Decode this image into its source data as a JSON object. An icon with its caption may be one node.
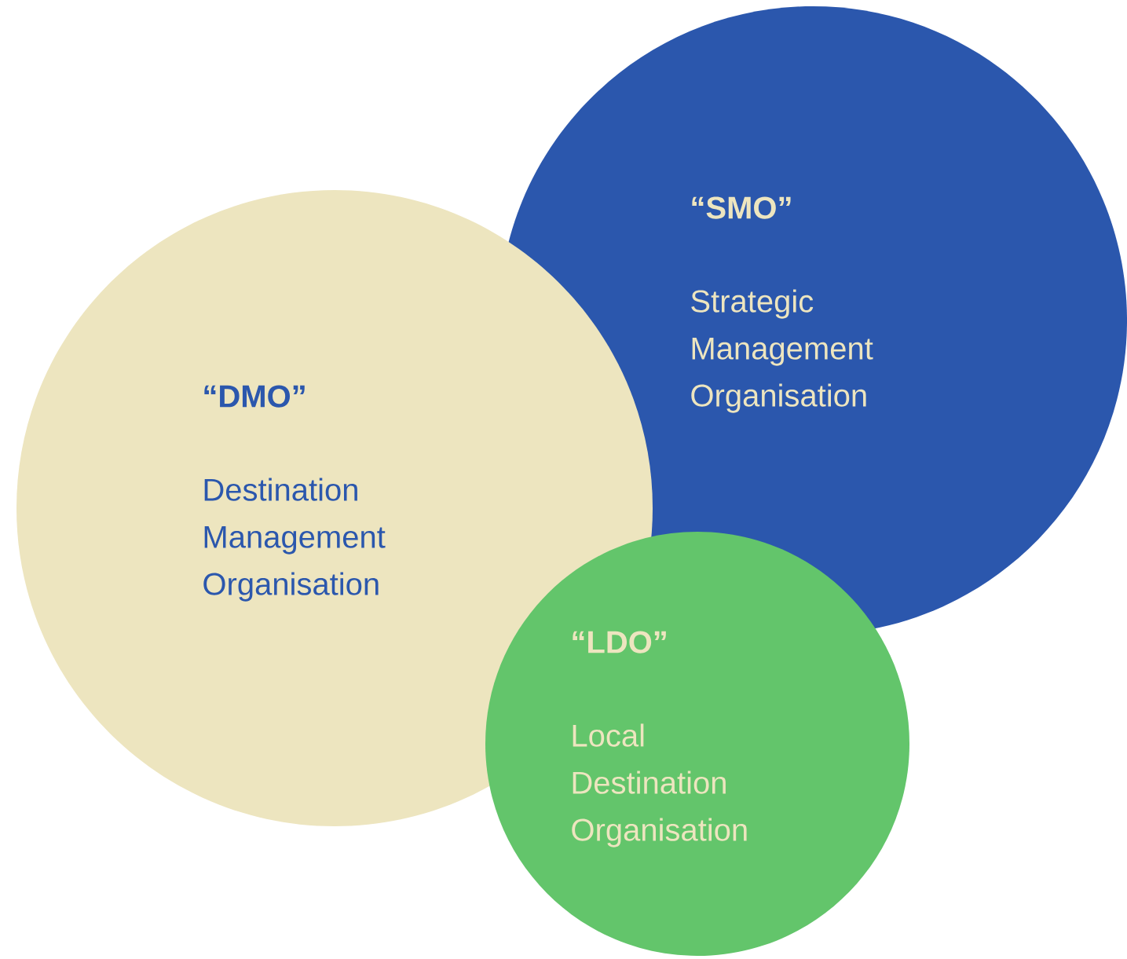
{
  "diagram": {
    "nodes": [
      {
        "text": [
          "“SMO”",
          "Strategic Management Organisation"
        ]
      },
      {
        "text": [
          "“DMO”",
          "Destination Management Organisation"
        ]
      },
      {
        "text": [
          "“LDO”",
          "Local Destination Organisation"
        ]
      }
    ]
  }
}
